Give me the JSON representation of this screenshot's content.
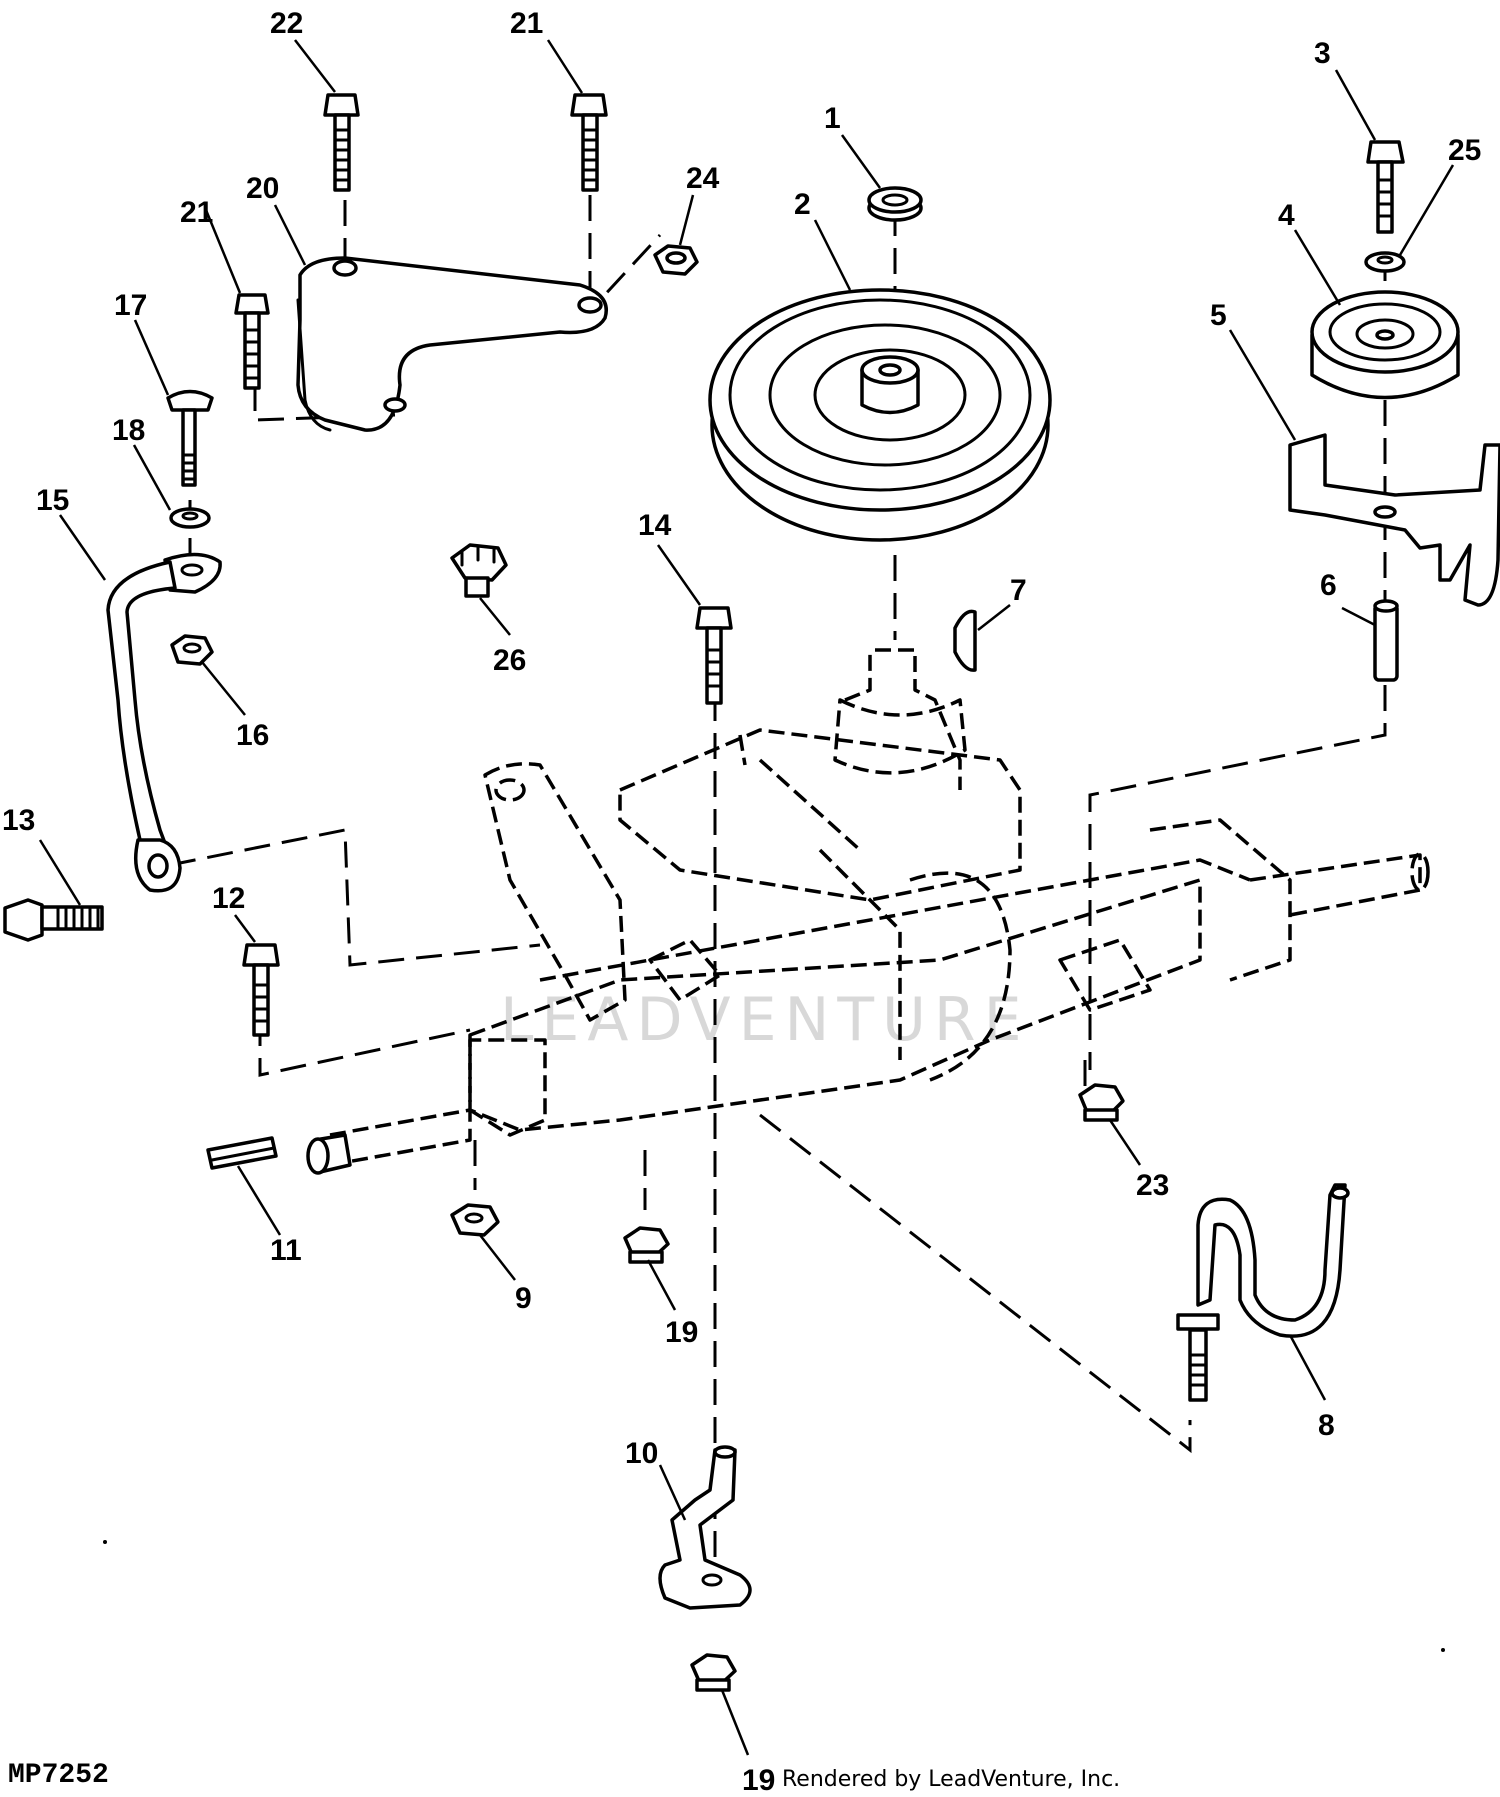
{
  "figure": {
    "code": "MP7252",
    "credit": "Rendered by LeadVenture, Inc."
  },
  "callouts": [
    {
      "id": "c1",
      "text": "1"
    },
    {
      "id": "c2",
      "text": "2"
    },
    {
      "id": "c3",
      "text": "3"
    },
    {
      "id": "c4",
      "text": "4"
    },
    {
      "id": "c5",
      "text": "5"
    },
    {
      "id": "c6",
      "text": "6"
    },
    {
      "id": "c7",
      "text": "7"
    },
    {
      "id": "c8",
      "text": "8"
    },
    {
      "id": "c9",
      "text": "9"
    },
    {
      "id": "c10",
      "text": "10"
    },
    {
      "id": "c11",
      "text": "11"
    },
    {
      "id": "c12",
      "text": "12"
    },
    {
      "id": "c13",
      "text": "13"
    },
    {
      "id": "c14",
      "text": "14"
    },
    {
      "id": "c15",
      "text": "15"
    },
    {
      "id": "c16",
      "text": "16"
    },
    {
      "id": "c17",
      "text": "17"
    },
    {
      "id": "c18",
      "text": "18"
    },
    {
      "id": "c19a",
      "text": "19"
    },
    {
      "id": "c19b",
      "text": "19"
    },
    {
      "id": "c20",
      "text": "20"
    },
    {
      "id": "c21a",
      "text": "21"
    },
    {
      "id": "c21b",
      "text": "21"
    },
    {
      "id": "c22",
      "text": "22"
    },
    {
      "id": "c23",
      "text": "23"
    },
    {
      "id": "c24",
      "text": "24"
    },
    {
      "id": "c25",
      "text": "25"
    },
    {
      "id": "c26",
      "text": "26"
    }
  ]
}
